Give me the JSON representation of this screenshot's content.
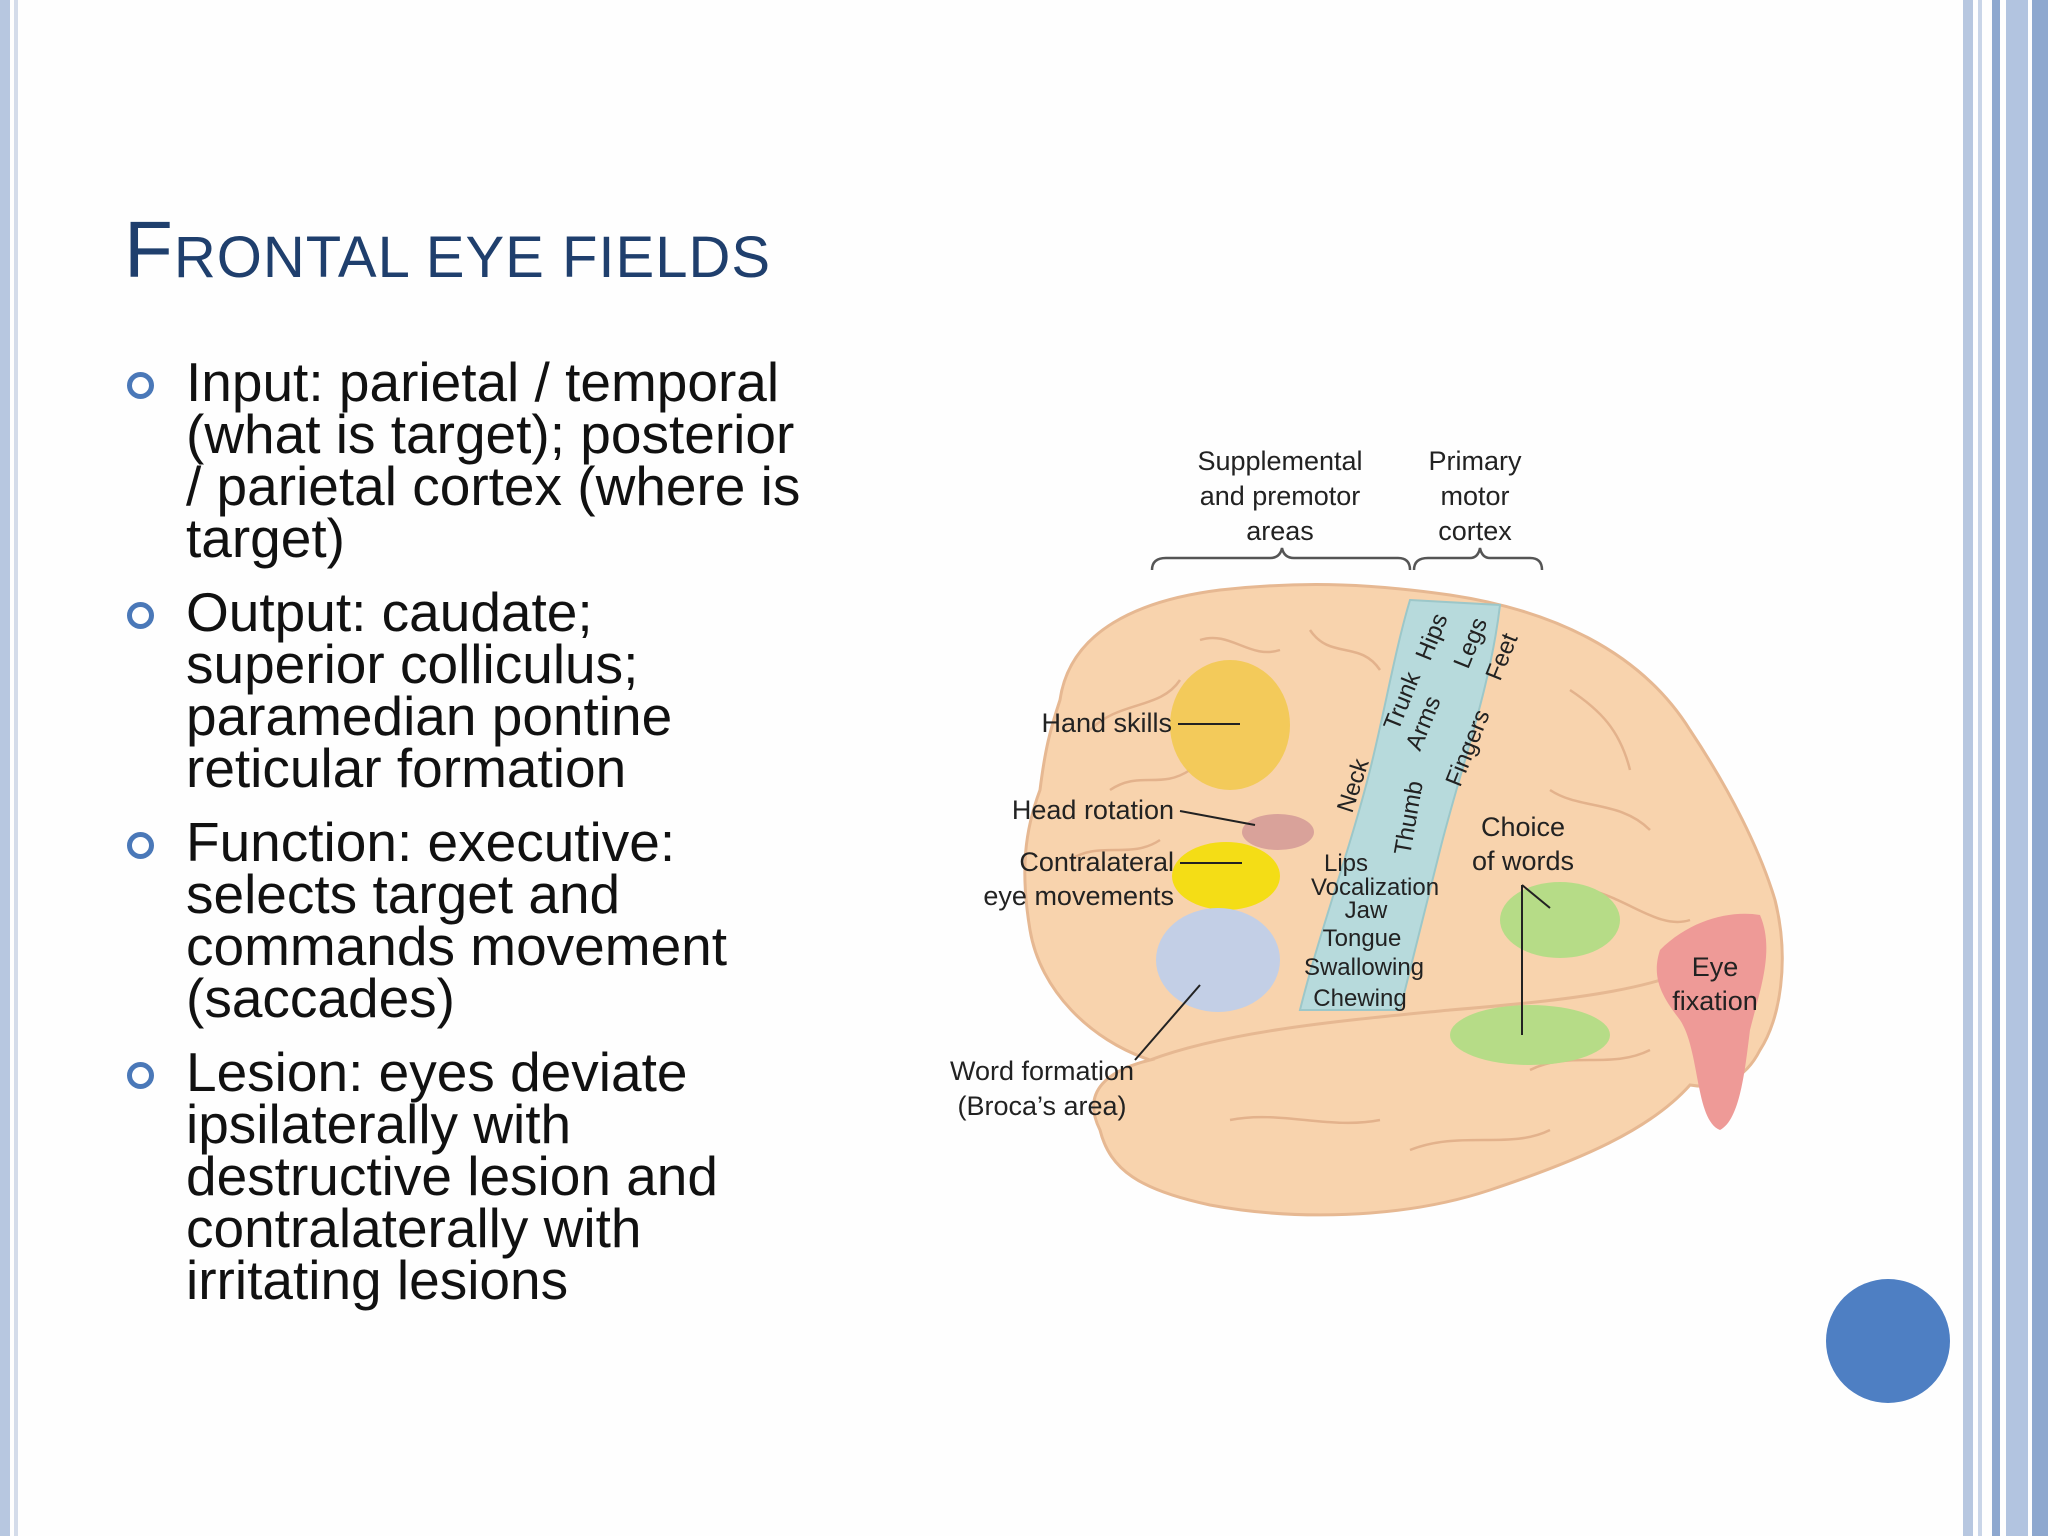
{
  "slide": {
    "title_first": "F",
    "title_rest": "RONTAL EYE FIELDS",
    "bullets": [
      "Input: parietal / temporal (what is target); posterior / parietal cortex (where is target)",
      "Output: caudate; superior colliculus; paramedian pontine reticular formation",
      "Function: executive: selects target and commands movement (saccades)",
      "Lesion: eyes deviate ipsilaterally with destructive lesion and contralaterally with irritating lesions"
    ]
  },
  "diagram": {
    "header_supplemental": [
      "Supplemental",
      "and premotor",
      "areas"
    ],
    "header_primary": [
      "Primary",
      "motor",
      "cortex"
    ],
    "labels": {
      "hand_skills": "Hand skills",
      "head_rotation": "Head rotation",
      "contralateral_1": "Contralateral",
      "contralateral_2": "eye movements",
      "word_formation_1": "Word formation",
      "word_formation_2": "(Broca’s area)",
      "choice_1": "Choice",
      "choice_2": "of words",
      "eye_fixation_1": "Eye",
      "eye_fixation_2": "fixation"
    },
    "motor_strip": {
      "rotated": [
        "Hips",
        "Legs",
        "Feet",
        "Trunk",
        "Arms",
        "Fingers",
        "Neck",
        "Thumb"
      ],
      "stacked": [
        "Lips",
        "Vocalization",
        "Jaw",
        "Tongue",
        "Swallowing",
        "Chewing"
      ]
    },
    "colors": {
      "brain": "#f8d3ad",
      "motor_strip": "#b7dadc",
      "hand_skills": "#f2c951",
      "head_rotation": "#d9a29a",
      "eye_movements": "#f4dd16",
      "broca": "#c3cfe6",
      "choice_words": "#b6dc87",
      "eye_fixation": "#ee9a97"
    }
  }
}
